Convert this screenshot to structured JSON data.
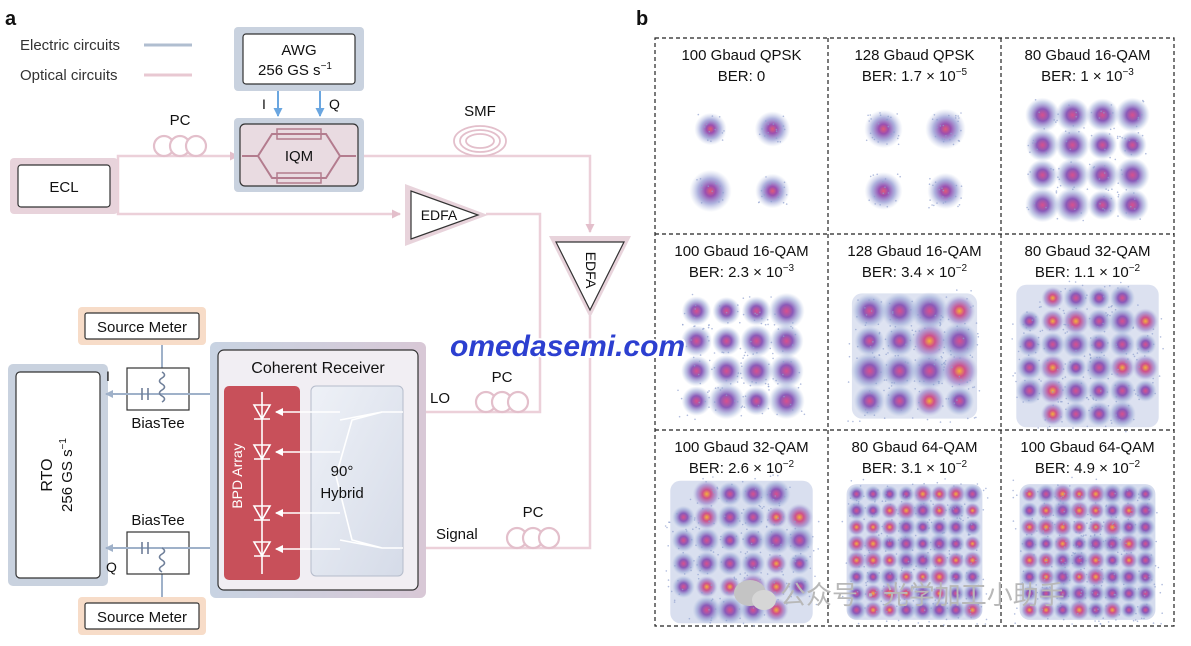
{
  "panel_a": {
    "label": "a",
    "legend": {
      "electric": "Electric circuits",
      "optical": "Optical circuits"
    },
    "awg": {
      "line1": "AWG",
      "line2_prefix": "256 GS s",
      "line2_exp": "−1"
    },
    "iq": {
      "i": "I",
      "q": "Q"
    },
    "iqm": "IQM",
    "pc": "PC",
    "smf": "SMF",
    "ecl": "ECL",
    "edfa": "EDFA",
    "source_meter": "Source Meter",
    "biastee": "BiasTee",
    "rto": {
      "line1": "RTO",
      "line2_prefix": "256 GS s",
      "line2_exp": "−1"
    },
    "receiver": {
      "title": "Coherent Receiver",
      "bpd": "BPD Array",
      "hybrid_line1": "90°",
      "hybrid_line2": "Hybrid",
      "lo": "LO",
      "signal": "Signal"
    }
  },
  "panel_b": {
    "label": "b",
    "constellations": [
      {
        "title": "100 Gbaud QPSK",
        "ber": "BER: 0",
        "order": 2
      },
      {
        "title": "128 Gbaud QPSK",
        "ber": "BER: 1.7 × 10",
        "exp": "−5",
        "order": 2
      },
      {
        "title": "80 Gbaud 16-QAM",
        "ber": "BER: 1 × 10",
        "exp": "−3",
        "order": 4
      },
      {
        "title": "100 Gbaud 16-QAM",
        "ber": "BER: 2.3 × 10",
        "exp": "−3",
        "order": 4
      },
      {
        "title": "128 Gbaud 16-QAM",
        "ber": "BER: 3.4 × 10",
        "exp": "−2",
        "order": 4
      },
      {
        "title": "80 Gbaud 32-QAM",
        "ber": "BER: 1.1 × 10",
        "exp": "−2",
        "order": 32
      },
      {
        "title": "100 Gbaud 32-QAM",
        "ber": "BER: 2.6 × 10",
        "exp": "−2",
        "order": 32
      },
      {
        "title": "80 Gbaud 64-QAM",
        "ber": "BER: 3.1 × 10",
        "exp": "−2",
        "order": 8
      },
      {
        "title": "100 Gbaud 64-QAM",
        "ber": "BER: 4.9 × 10",
        "exp": "−2",
        "order": 8
      }
    ]
  },
  "watermarks": {
    "site": "omedasemi.com",
    "wechat": "公众号 · 光学加工小助手"
  },
  "colors": {
    "electric": "#b0bed0",
    "optical": "#e8c8d2",
    "bpd": "#c8505a",
    "accent_blue": "#2c3fd0"
  }
}
